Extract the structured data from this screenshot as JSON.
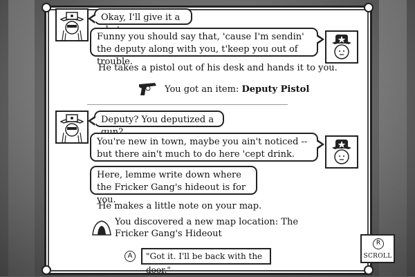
{
  "dialogue": {
    "line1": "Okay, I'll give it a shot.",
    "line2": "Funny you should say that, 'cause I'm sendin' the deputy along with you, t'keep you out of trouble.",
    "narration1": "He takes a pistol out of his desk and hands it to you.",
    "item_prefix": "You got an item: ",
    "item_name": "Deputy Pistol",
    "line3": "Deputy?  You deputized a gun?",
    "line4": "You're new in town, maybe you ain't noticed -- but there ain't much to do here 'cept drink.",
    "line5": "Here, lemme write down where the Fricker Gang's hideout is for you.",
    "narration2": "He makes a little note on your map.",
    "location_text": "You discovered a new map location: The Fricker Gang's Hideout"
  },
  "choice": {
    "button": "A",
    "text": "\"Got it. I'll be back with the door.\""
  },
  "scroll": {
    "button": "R",
    "label": "SCROLL"
  },
  "icons": {
    "player": "cowboy-portrait-icon",
    "sheriff": "sheriff-portrait-icon",
    "item": "pistol-icon",
    "location": "cave-icon"
  },
  "colors": {
    "ink": "#111111",
    "paper": "#ffffff"
  }
}
